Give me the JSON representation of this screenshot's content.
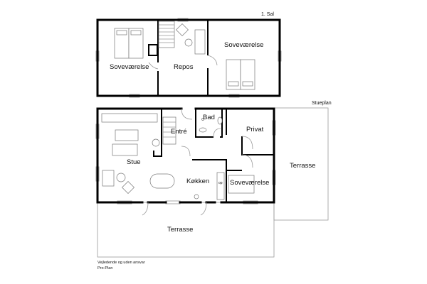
{
  "upper_floor": {
    "title": "1. Sal",
    "rooms": [
      "Soveværelse",
      "Repos",
      "Soveværelse"
    ]
  },
  "ground_floor": {
    "title": "Stueplan",
    "rooms": {
      "bad": "Bad",
      "entre": "Entré",
      "privat": "Privat",
      "stue": "Stue",
      "kokken": "Køkken",
      "sovevaerelse": "Soveværelse",
      "terrasse_right": "Terrasse",
      "terrasse_bottom": "Terrasse"
    },
    "fridge_label": "op"
  },
  "footer": {
    "disclaimer": "Vejledende og uden ansvar",
    "brand": "Pro-Plan"
  }
}
